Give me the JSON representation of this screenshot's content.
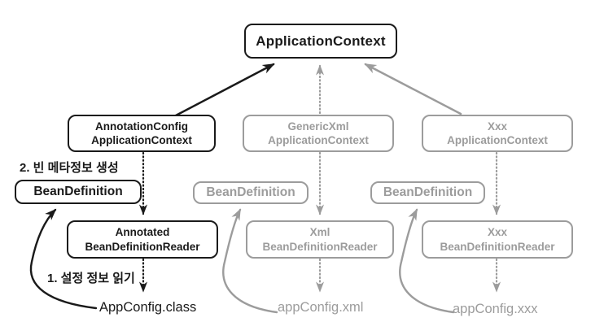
{
  "diagram": {
    "nodes": {
      "application_context": "ApplicationContext",
      "annotation_config_context": "AnnotationConfig\nApplicationContext",
      "generic_xml_context": "GenericXml\nApplicationContext",
      "xxx_context": "Xxx\nApplicationContext",
      "bean_definition_annotation": "BeanDefinition",
      "bean_definition_xml": "BeanDefinition",
      "bean_definition_xxx": "BeanDefinition",
      "annotated_reader": "Annotated\nBeanDefinitionReader",
      "xml_reader": "Xml\nBeanDefinitionReader",
      "xxx_reader": "Xxx\nBeanDefinitionReader",
      "app_config_class": "AppConfig.class",
      "app_config_xml": "appConfig.xml",
      "app_config_xxx": "appConfig.xxx"
    },
    "annotations": {
      "step_2": "2. 빈 메타정보 생성",
      "step_1": "1. 설정 정보 읽기"
    },
    "colors": {
      "active": "#1a1a1a",
      "inactive": "#9c9c9c",
      "background": "#ffffff"
    }
  }
}
